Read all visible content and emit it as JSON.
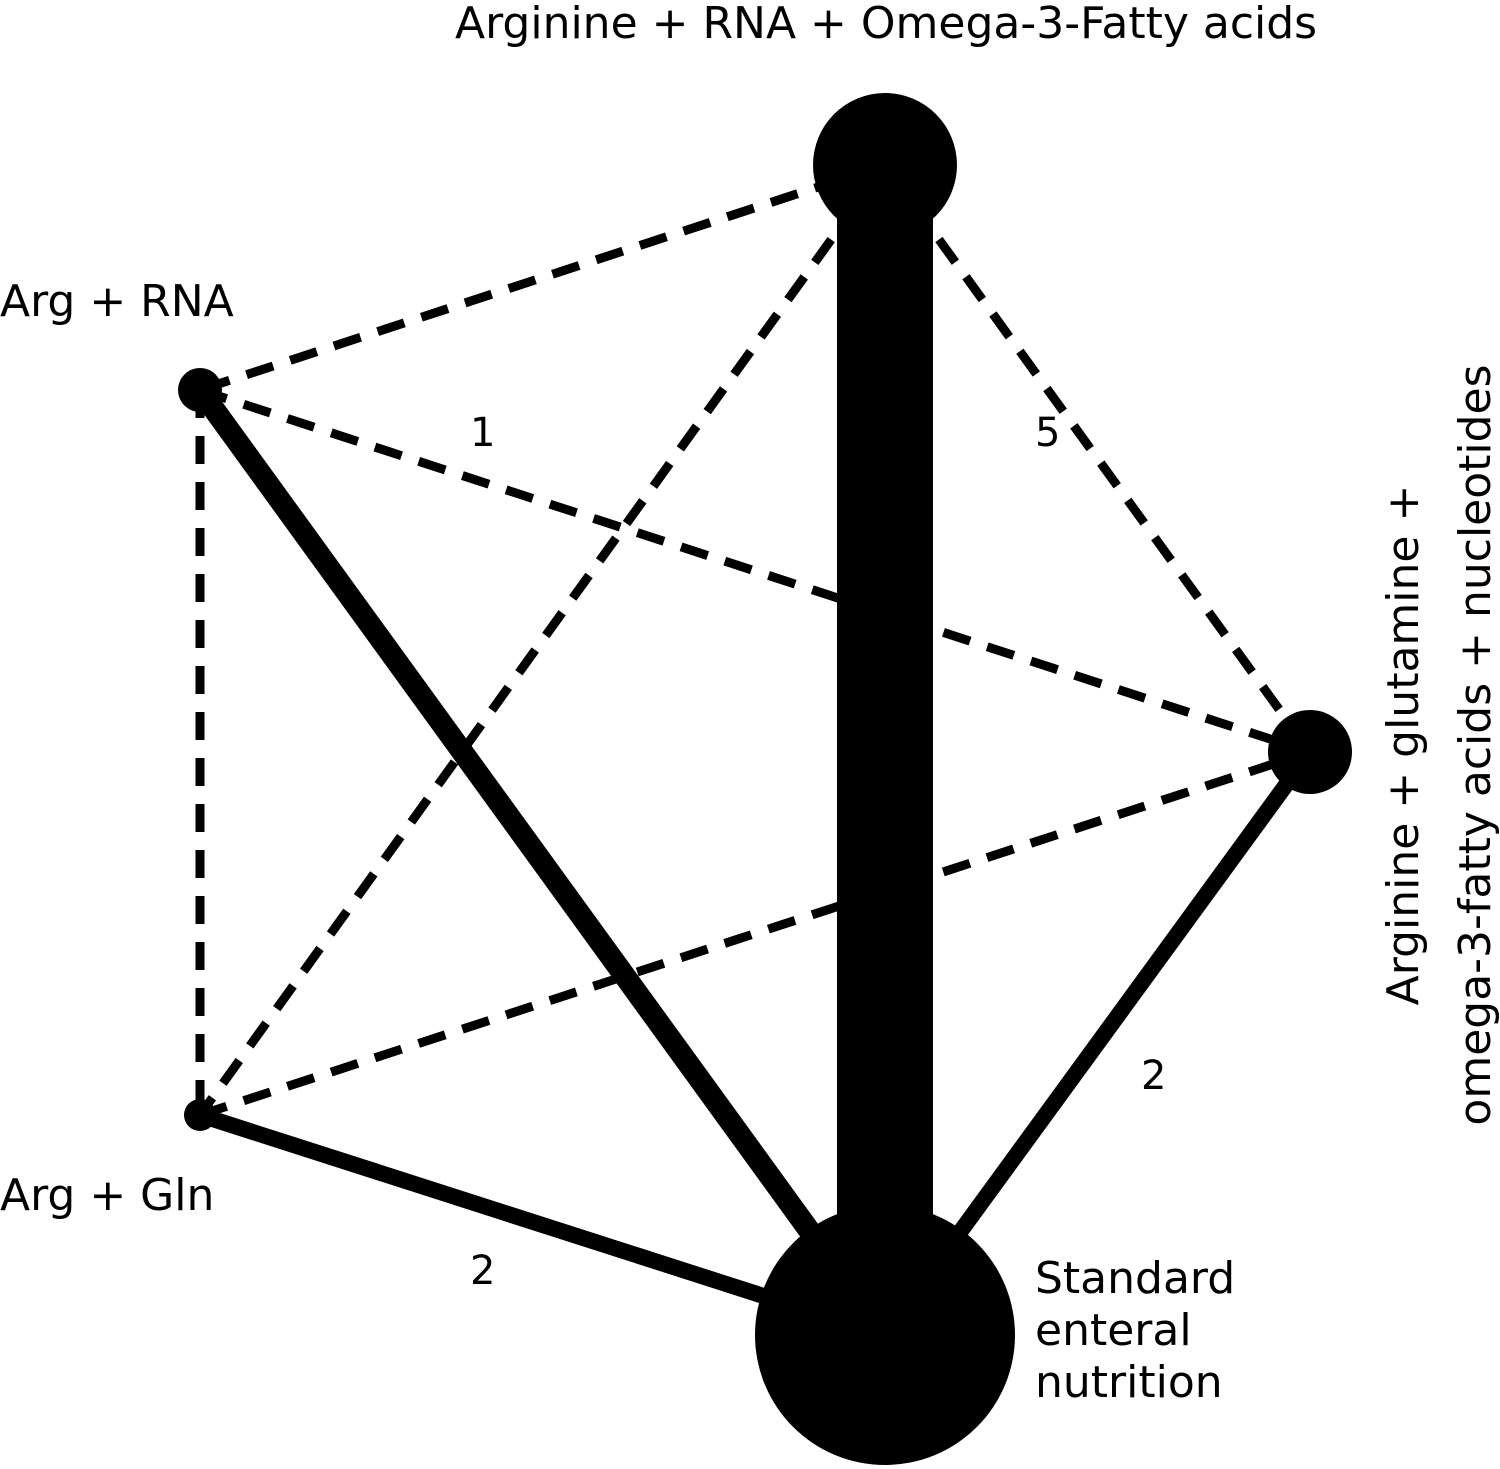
{
  "diagram": {
    "type": "network-plot",
    "nodes": [
      {
        "id": "A",
        "label": "Arginine + RNA + Omega-3-Fatty acids"
      },
      {
        "id": "B",
        "label": "Arg + RNA"
      },
      {
        "id": "C",
        "label": "Arg + Gln"
      },
      {
        "id": "D",
        "label_line1": "Arginine + glutamine +",
        "label_line2": "omega-3-fatty acids + nucleotides"
      },
      {
        "id": "E",
        "label_line1": "Standard",
        "label_line2": "enteral",
        "label_line3": "nutrition"
      }
    ],
    "edges": [
      {
        "from": "A",
        "to": "E",
        "style": "solid"
      },
      {
        "from": "B",
        "to": "E",
        "style": "solid"
      },
      {
        "from": "C",
        "to": "E",
        "style": "solid"
      },
      {
        "from": "D",
        "to": "E",
        "style": "solid"
      },
      {
        "from": "A",
        "to": "B",
        "style": "dashed"
      },
      {
        "from": "A",
        "to": "C",
        "style": "dashed"
      },
      {
        "from": "A",
        "to": "D",
        "style": "dashed"
      },
      {
        "from": "B",
        "to": "C",
        "style": "dashed"
      },
      {
        "from": "B",
        "to": "D",
        "style": "dashed"
      },
      {
        "from": "C",
        "to": "D",
        "style": "dashed"
      }
    ],
    "edge_labels": [
      "1",
      "5",
      "2",
      "2"
    ]
  }
}
